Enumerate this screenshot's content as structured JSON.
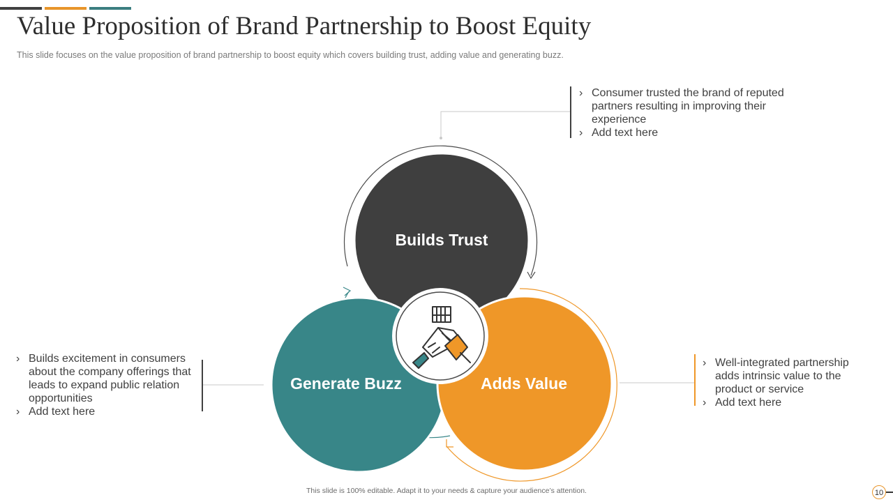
{
  "header": {
    "title": "Value Proposition of Brand Partnership to Boost Equity",
    "subtitle": "This slide focuses on the value  proposition of brand partnership to boost equity which covers building trust, adding value  and generating  buzz."
  },
  "colors": {
    "dark": "#3f3f3f",
    "teal": "#388688",
    "orange": "#EF9728",
    "bar_dark": "#404040",
    "bar_orange": "#E8952A",
    "bar_teal": "#3B7E80"
  },
  "icon": {
    "name": "handshake-hands-icon"
  },
  "diagram": {
    "trust": {
      "label": "Builds Trust",
      "bullets": [
        "Consumer trusted the brand of reputed partners resulting in improving their experience",
        "Add text here"
      ]
    },
    "buzz": {
      "label": "Generate Buzz",
      "bullets": [
        "Builds excitement in consumers about the company offerings that leads to expand public relation opportunities",
        "Add text here"
      ]
    },
    "value": {
      "label": "Adds Value",
      "bullets": [
        "Well-integrated partnership adds intrinsic value to the product or service",
        "Add text here"
      ]
    }
  },
  "footer": {
    "note": "This slide is 100% editable.  Adapt it to your needs & capture your audience’s attention.",
    "page_number": "10"
  }
}
